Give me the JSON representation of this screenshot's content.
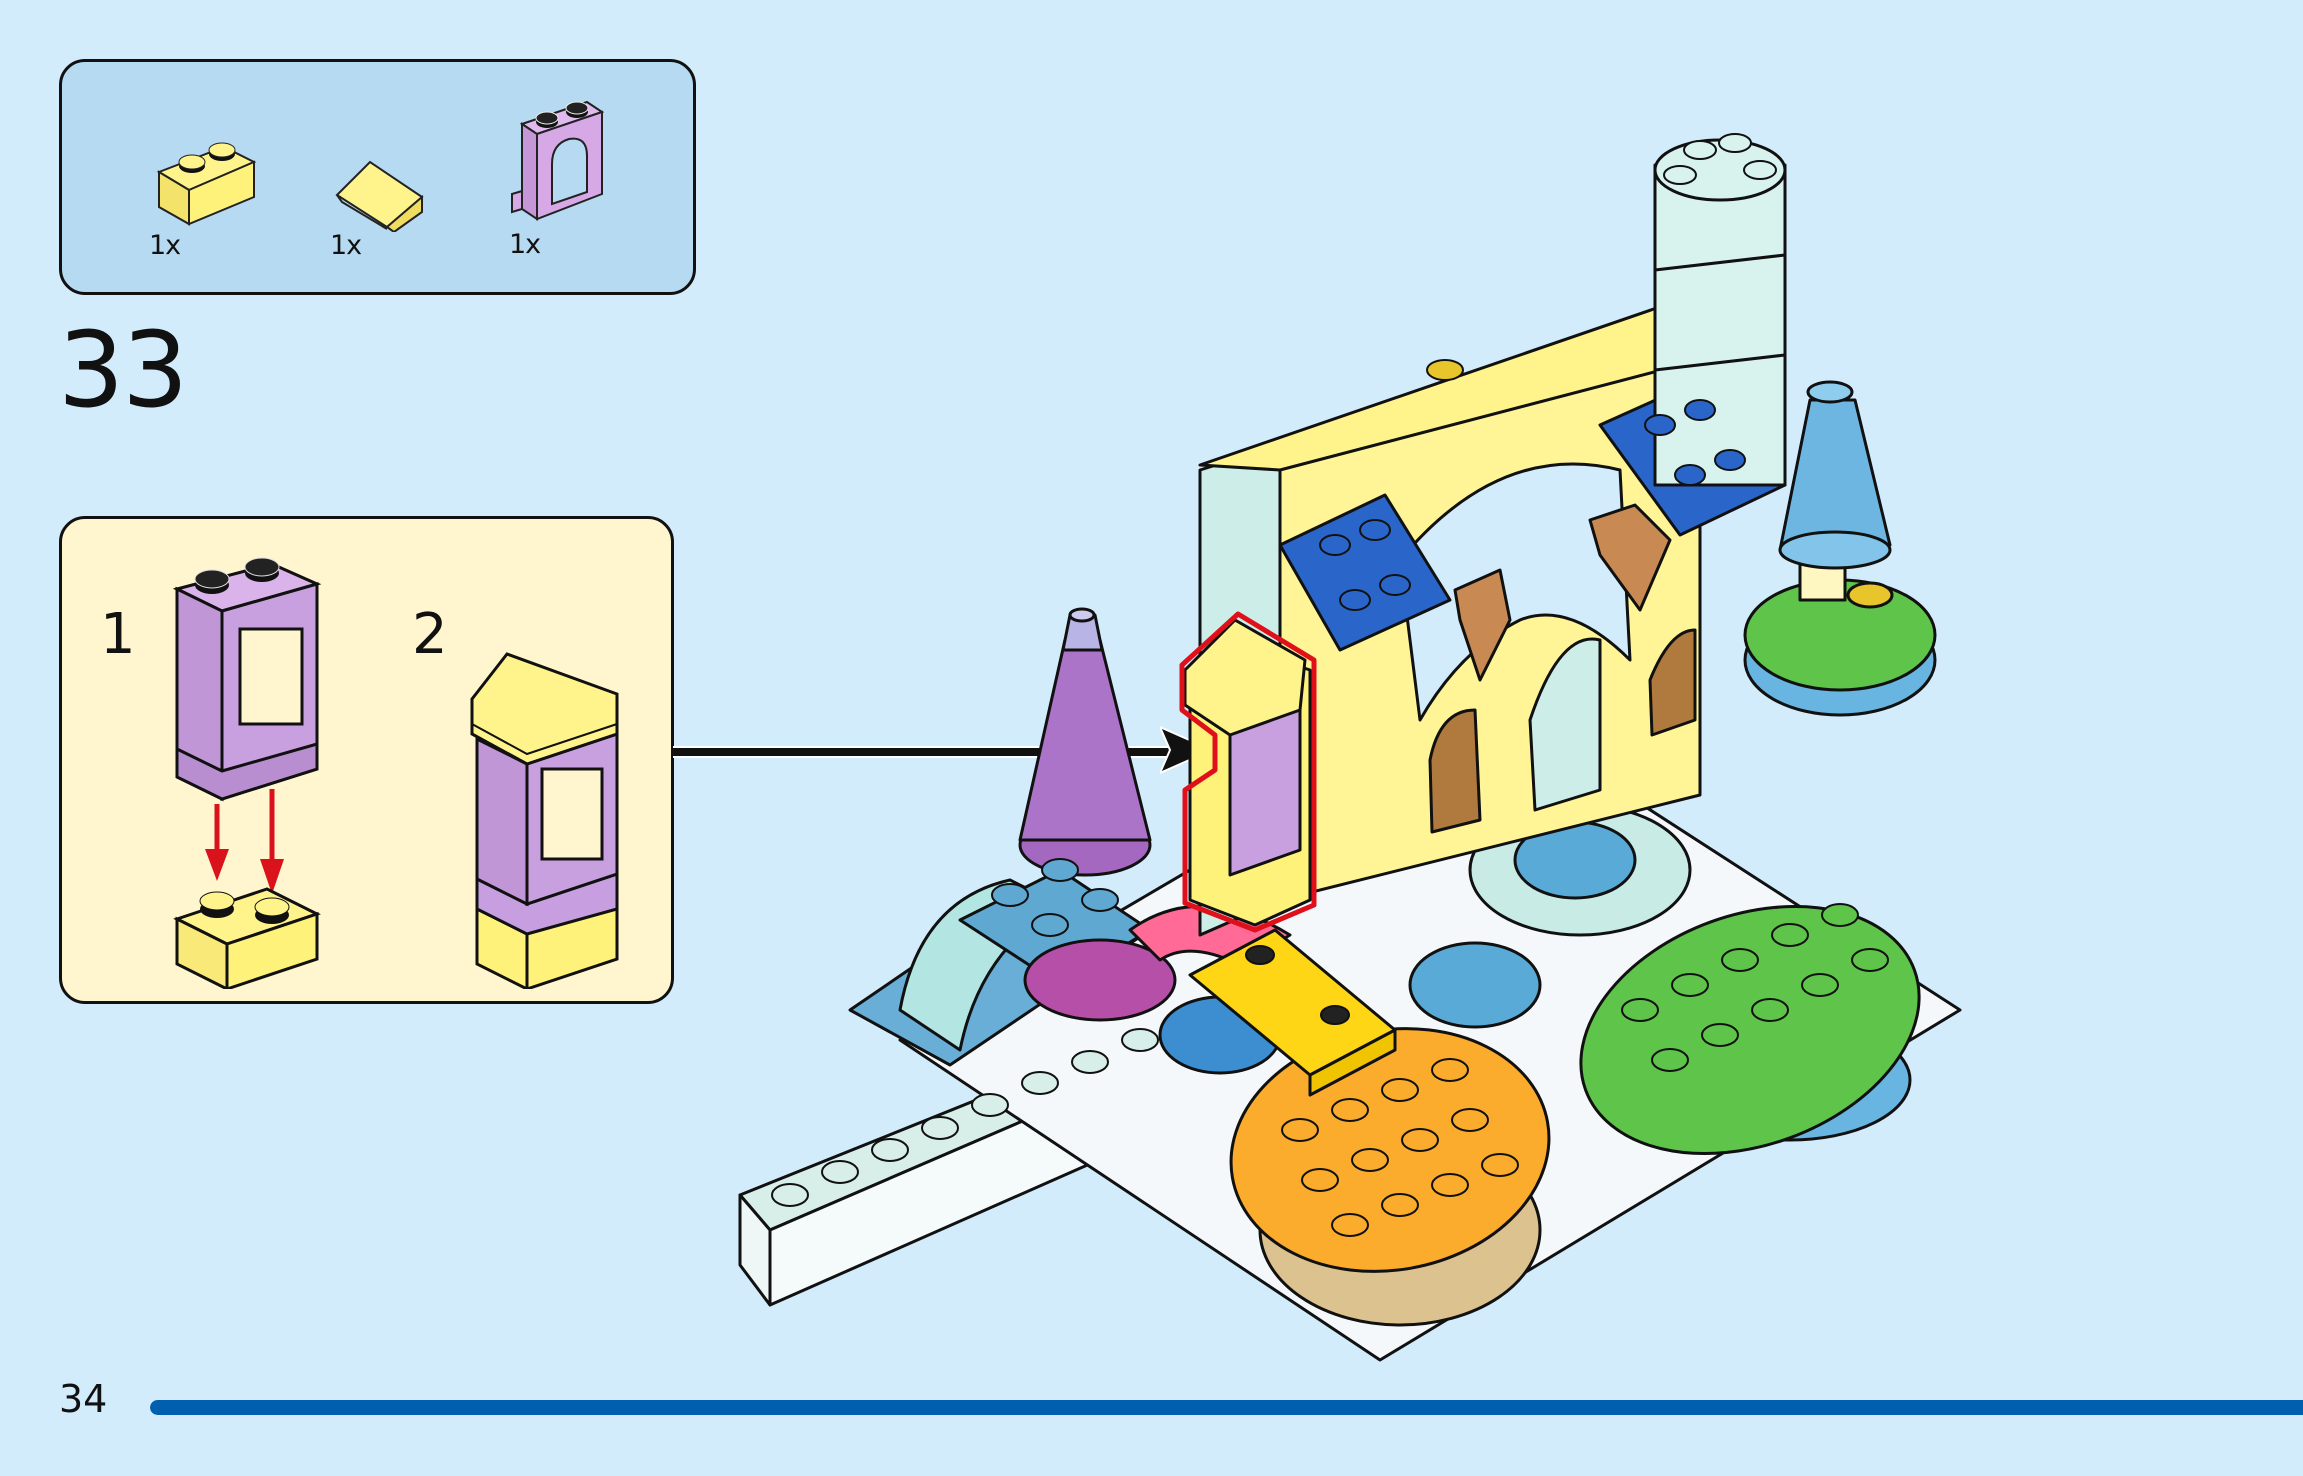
{
  "page": {
    "page_number": "34",
    "progress_fraction": 1.0,
    "colors": {
      "background": "#d3ecfc",
      "parts_panel": "#b6daf1",
      "substep_panel": "#fff6cf",
      "progress_bar": "#005fae",
      "highlight_outline": "#e0101a"
    }
  },
  "parts_list": {
    "items": [
      {
        "name": "yellow-brick-1x2",
        "color": "#fff27a",
        "quantity": "1x"
      },
      {
        "name": "yellow-slope",
        "color": "#fff27a",
        "quantity": "1x"
      },
      {
        "name": "lavender-window-frame",
        "color": "#d3a6e3",
        "quantity": "1x"
      }
    ]
  },
  "step": {
    "number": "33"
  },
  "substeps": [
    {
      "label": "1",
      "action": "attach lavender window frame onto yellow brick"
    },
    {
      "label": "2",
      "action": "add yellow slope on top"
    }
  ],
  "callout": {
    "arrow": "arrow-right-icon"
  }
}
